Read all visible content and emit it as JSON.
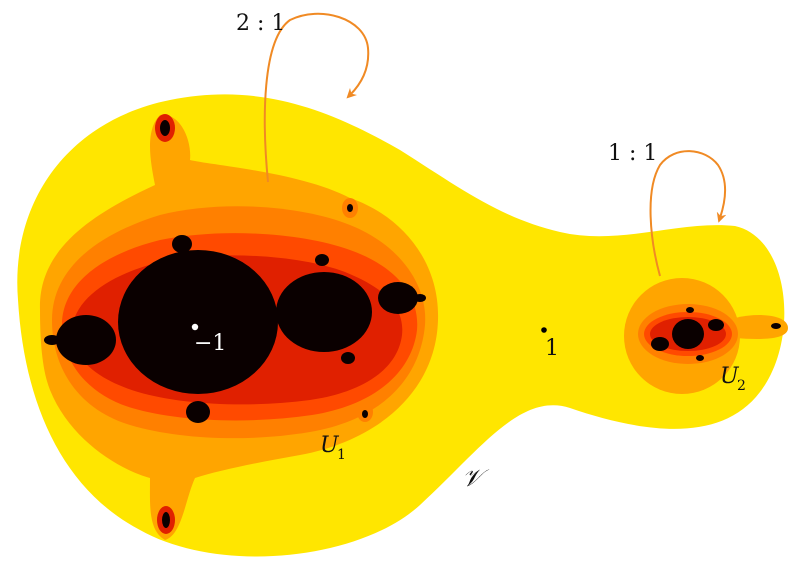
{
  "labels": {
    "ratio_left": "2 : 1",
    "ratio_right": "1 : 1",
    "point_minus_one": "−1",
    "point_one": "1",
    "region_v": "𝒱",
    "region_u1_letter": "U",
    "region_u1_sub": "1",
    "region_u2_letter": "U",
    "region_u2_sub": "2"
  },
  "colors": {
    "outer_region": "#FFE600",
    "band_outer": "#FFA500",
    "band_mid": "#FF8000",
    "band_inner": "#FF4A00",
    "band_core": "#E02000",
    "filled_julia": "#0A0000",
    "arrow": "#F08A24",
    "point_dark": "#000000",
    "point_light": "#ffffff"
  }
}
